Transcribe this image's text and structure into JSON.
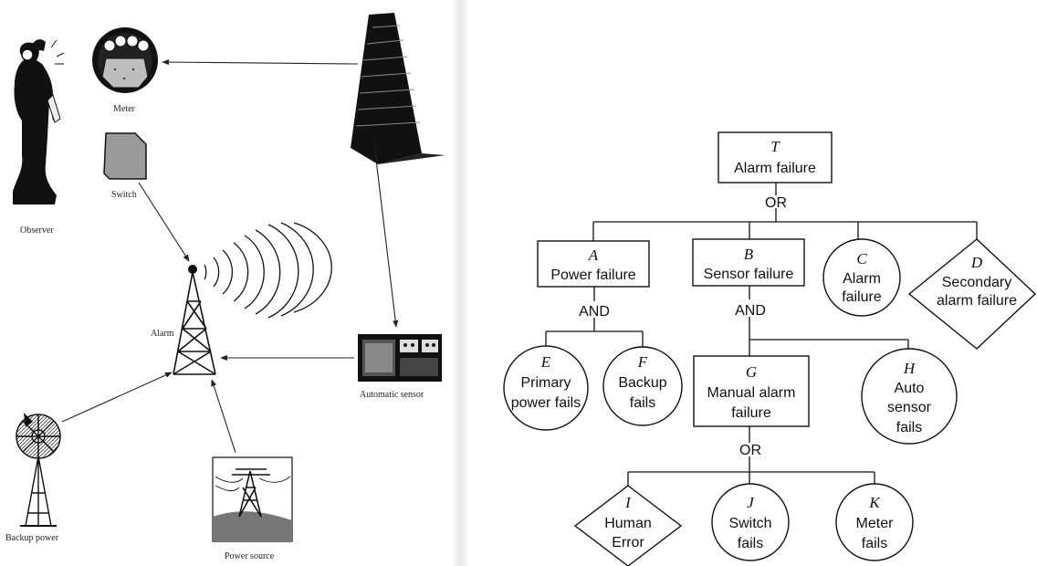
{
  "left_panel": {
    "labels": {
      "meter": "Meter",
      "observer": "Observer",
      "switch": "Switch",
      "alarm": "Alarm",
      "automatic_sensor": "Automatic sensor",
      "backup_power": "Backup power",
      "power_source": "Power source"
    }
  },
  "fault_tree": {
    "T": {
      "letter": "T",
      "line1": "Alarm failure"
    },
    "T_gate": "OR",
    "A": {
      "letter": "A",
      "line1": "Power failure"
    },
    "A_gate": "AND",
    "B": {
      "letter": "B",
      "line1": "Sensor failure"
    },
    "B_gate": "AND",
    "C": {
      "letter": "C",
      "line1": "Alarm",
      "line2": "failure"
    },
    "D": {
      "letter": "D",
      "line1": "Secondary",
      "line2": "alarm failure"
    },
    "E": {
      "letter": "E",
      "line1": "Primary",
      "line2": "power fails"
    },
    "F": {
      "letter": "F",
      "line1": "Backup",
      "line2": "fails"
    },
    "G": {
      "letter": "G",
      "line1": "Manual alarm",
      "line2": "failure"
    },
    "G_gate": "OR",
    "H": {
      "letter": "H",
      "line1": "Auto",
      "line2": "sensor",
      "line3": "fails"
    },
    "I": {
      "letter": "I",
      "line1": "Human",
      "line2": "Error"
    },
    "J": {
      "letter": "J",
      "line1": "Switch",
      "line2": "fails"
    },
    "K": {
      "letter": "K",
      "line1": "Meter",
      "line2": "fails"
    }
  }
}
